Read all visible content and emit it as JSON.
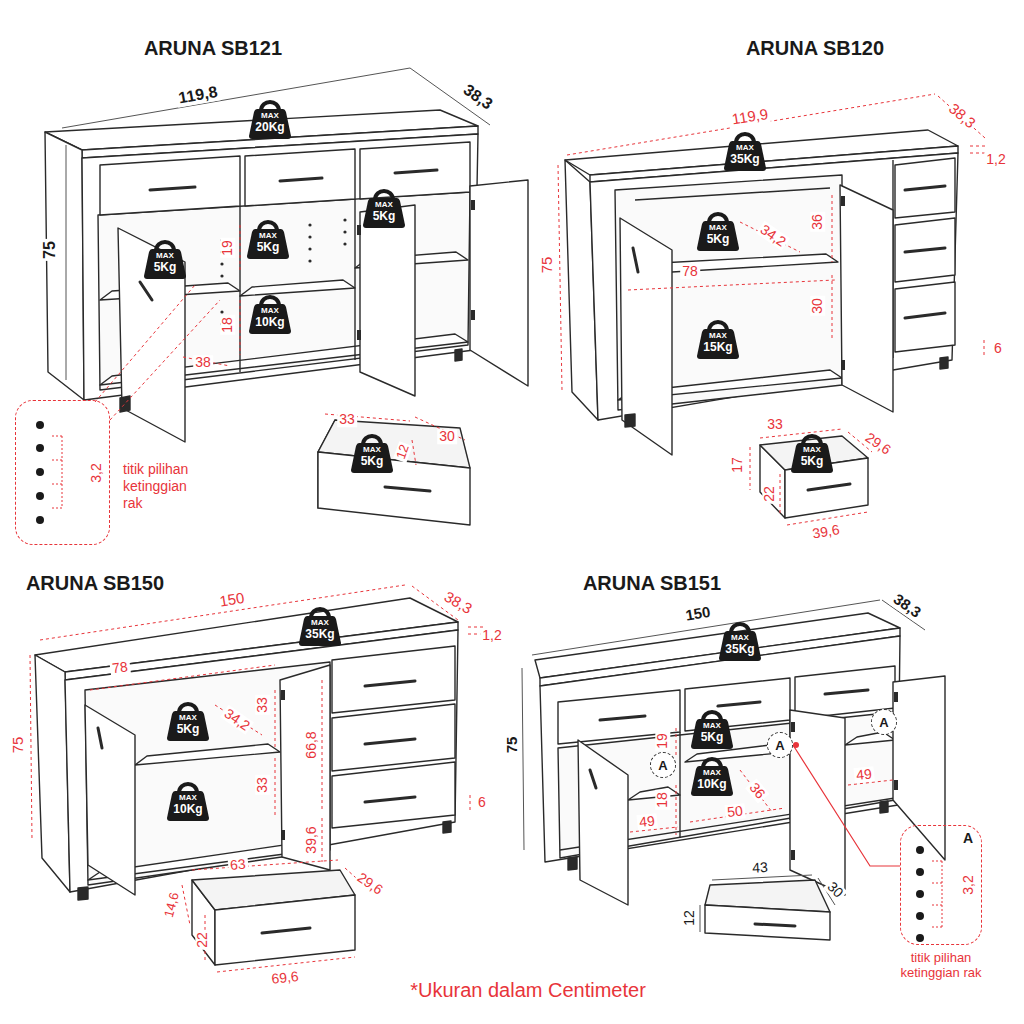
{
  "diagram": {
    "caption": "*Ukuran dalam Centimeter",
    "nodes": [
      {
        "text": [
          "MAX",
          "20Kg"
        ]
      },
      {
        "text": [
          "MAX",
          "5Kg"
        ]
      },
      {
        "text": [
          "MAX",
          "5Kg"
        ]
      },
      {
        "text": [
          "MAX",
          "5Kg"
        ]
      },
      {
        "text": [
          "MAX",
          "10Kg"
        ]
      },
      {
        "text": [
          "3,2",
          "titik pilihan ketinggian rak"
        ]
      },
      {
        "text": [
          "MAX",
          "5Kg"
        ]
      },
      {
        "text": [
          "MAX",
          "35Kg"
        ]
      },
      {
        "text": [
          "MAX",
          "5Kg"
        ]
      },
      {
        "text": [
          "MAX",
          "15Kg"
        ]
      },
      {
        "text": [
          "MAX",
          "5Kg"
        ]
      },
      {
        "text": [
          "MAX",
          "35Kg"
        ]
      },
      {
        "text": [
          "MAX",
          "5Kg"
        ]
      },
      {
        "text": [
          "MAX",
          "10Kg"
        ]
      },
      {
        "text": [
          "MAX",
          "35Kg"
        ]
      },
      {
        "text": [
          "MAX",
          "5Kg"
        ]
      },
      {
        "text": [
          "A"
        ]
      },
      {
        "text": [
          "A"
        ]
      },
      {
        "text": [
          "A"
        ]
      },
      {
        "text": [
          "MAX",
          "10Kg"
        ]
      },
      {
        "text": [
          "A",
          "3,2",
          "titik pilihan ketinggian rak"
        ]
      }
    ],
    "edges": [
      {
        "from": 17,
        "to": 20,
        "arrow": "none"
      }
    ],
    "labels": [
      "ARUNA SB121",
      "119,8",
      "38,3",
      "75",
      "19",
      "18",
      "38",
      "33",
      "30",
      "12",
      "ARUNA SB120",
      "119,9",
      "38,3",
      "1,2",
      "75",
      "36",
      "34,2",
      "78",
      "30",
      "6",
      "33",
      "29,6",
      "17",
      "22",
      "39,6",
      "ARUNA SB150",
      "150",
      "38,3",
      "1,2",
      "75",
      "78",
      "33",
      "34,2",
      "33",
      "66,8",
      "39,6",
      "6",
      "63",
      "29,6",
      "14,6",
      "22",
      "69,6",
      "ARUNA SB151",
      "150",
      "38,3",
      "75",
      "19",
      "18",
      "36",
      "50",
      "49",
      "49",
      "43",
      "30",
      "12"
    ]
  }
}
